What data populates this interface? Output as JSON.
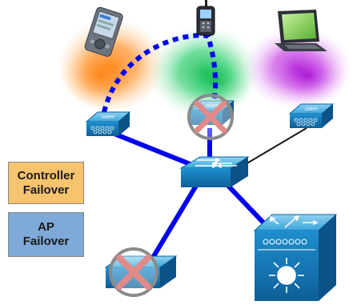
{
  "legend": {
    "controller_failover": "Controller\nFailover",
    "ap_failover": "AP\nFailover"
  },
  "access_points": [
    {
      "label": "LWAPP"
    },
    {
      "label": "LWAPP"
    },
    {
      "label": "LWAPP"
    }
  ],
  "colors": {
    "link_blue": "#0000ee",
    "link_black": "#1a1a1a",
    "coverage_orange": "#ff8a1e",
    "coverage_green": "#1ec85a",
    "coverage_purple": "#c23ae0",
    "device_blue": "#1e8fc8",
    "legend_controller": "#f6c36e",
    "legend_ap": "#7fa9d8",
    "fail_mark": "#e08a8a"
  }
}
